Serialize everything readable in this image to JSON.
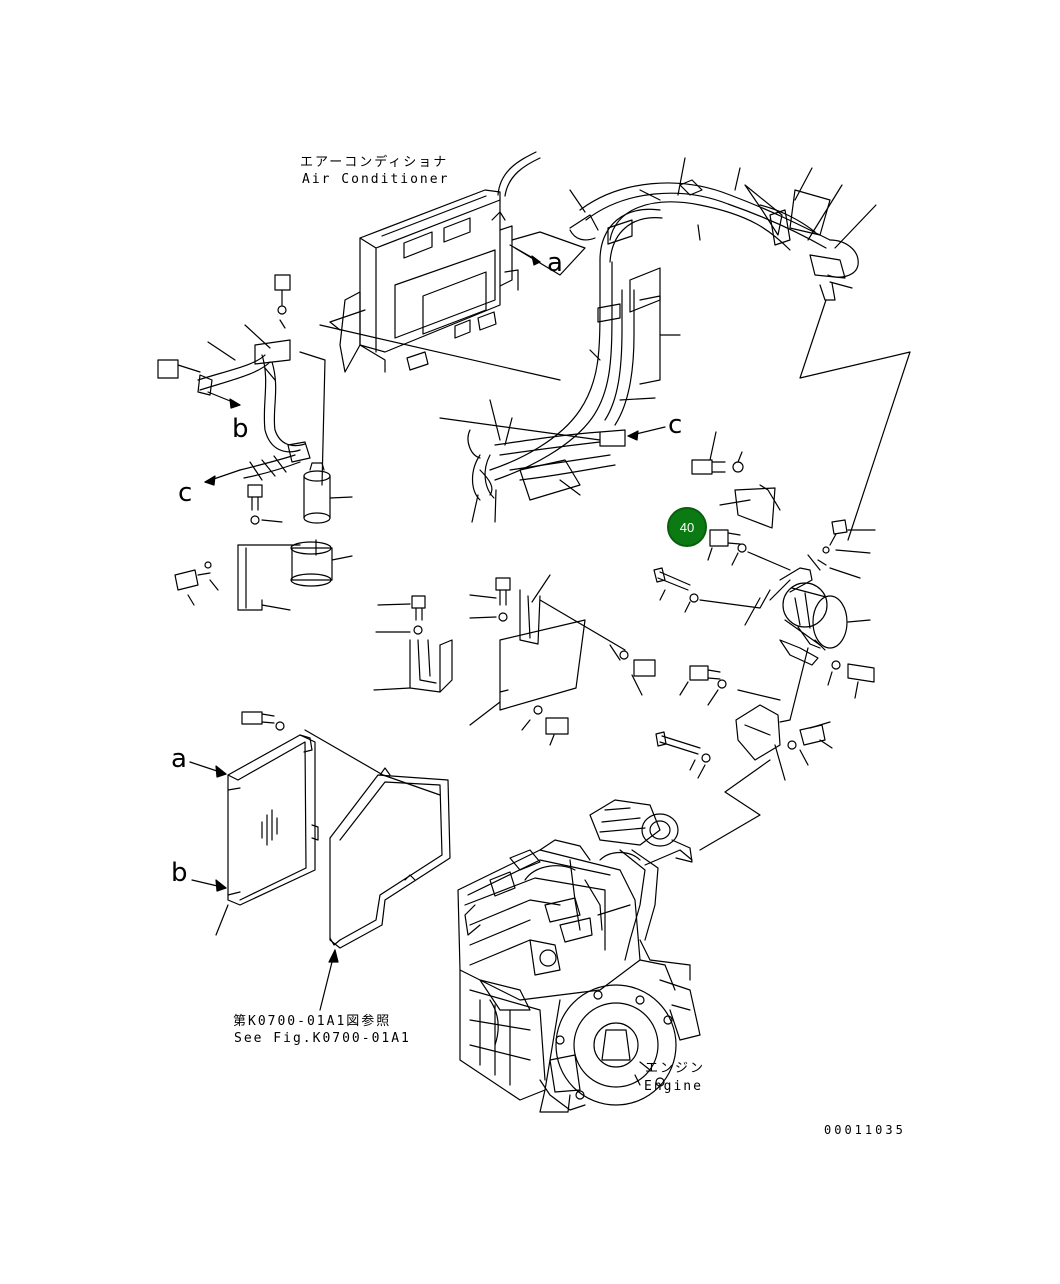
{
  "labels": {
    "air_conditioner_jp": "エアーコンディショナ",
    "air_conditioner_en": "Air Conditioner",
    "ref_a_top": "a",
    "ref_b_left": "b",
    "ref_c_left": "c",
    "ref_c_right": "c",
    "ref_a_side": "a",
    "ref_b_side": "b",
    "see_fig_jp": "第K0700-01A1図参照",
    "see_fig_en": "See Fig.K0700-01A1",
    "engine_jp": "エンジン",
    "engine_en": "Engine",
    "figure_number": "00011035"
  },
  "callout": {
    "number": "40",
    "color": "#0b7a12"
  }
}
